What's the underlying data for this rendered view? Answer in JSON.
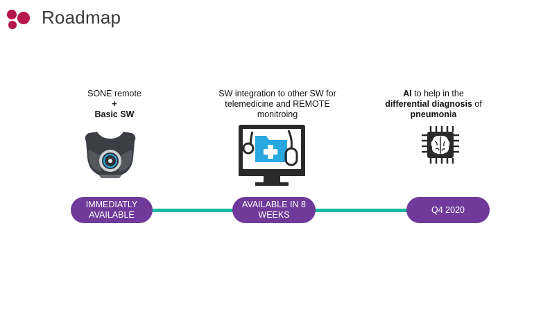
{
  "header": {
    "title": "Roadmap",
    "brand_color": "#b5174b"
  },
  "items": [
    {
      "caption_line1": "SONE remote",
      "caption_line2": "+",
      "caption_line3": "Basic SW",
      "icon": "device-icon",
      "milestone": "IMMEDIATLY AVAILABLE"
    },
    {
      "caption_line1": "SW integration to other SW for",
      "caption_line2": "telemedicine and REMOTE",
      "caption_line3": "monitroing",
      "icon": "monitor-medical-icon",
      "milestone": "AVAILABLE IN 8 WEEKS"
    },
    {
      "caption_ai": "AI",
      "caption_rest1": " to help in the",
      "caption_bold2": "differential diagnosis",
      "caption_rest2": " of",
      "caption_bold3": "pneumonia",
      "icon": "ai-brain-chip-icon",
      "milestone": "Q4 2020"
    }
  ],
  "colors": {
    "milestone": "#6f3a9a",
    "timeline": "#1bb8a3",
    "accent_blue": "#29a8df"
  }
}
